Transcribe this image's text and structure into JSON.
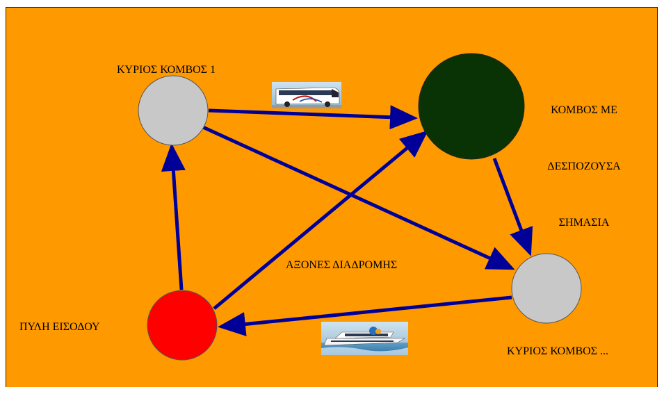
{
  "colors": {
    "background": "#FF9900",
    "arrow": "#000099",
    "node_gray": "#C8C8C8",
    "node_dark": "#0A3305",
    "node_red": "#FF0000"
  },
  "nodes": {
    "main1": {
      "label": "ΚΥΡΙΟΣ ΚΟΜΒΟΣ 1"
    },
    "dominant": {
      "label_lines": [
        "ΚΟΜΒΟΣ ΜΕ",
        "ΔΕΣΠΟΖΟΥΣΑ",
        "ΣΗΜΑΣΙΑ"
      ]
    },
    "main_n": {
      "label": "ΚΥΡΙΟΣ ΚΟΜΒΟΣ ..."
    },
    "gate": {
      "label": "ΠΥΛΗ ΕΙΣΟΔΟΥ"
    }
  },
  "routes_label": "ΑΞΟΝΕΣ ΔΙΑΔΡΟΜΗΣ",
  "icons": {
    "bus": "bus-icon",
    "ferry": "ferry-icon"
  }
}
